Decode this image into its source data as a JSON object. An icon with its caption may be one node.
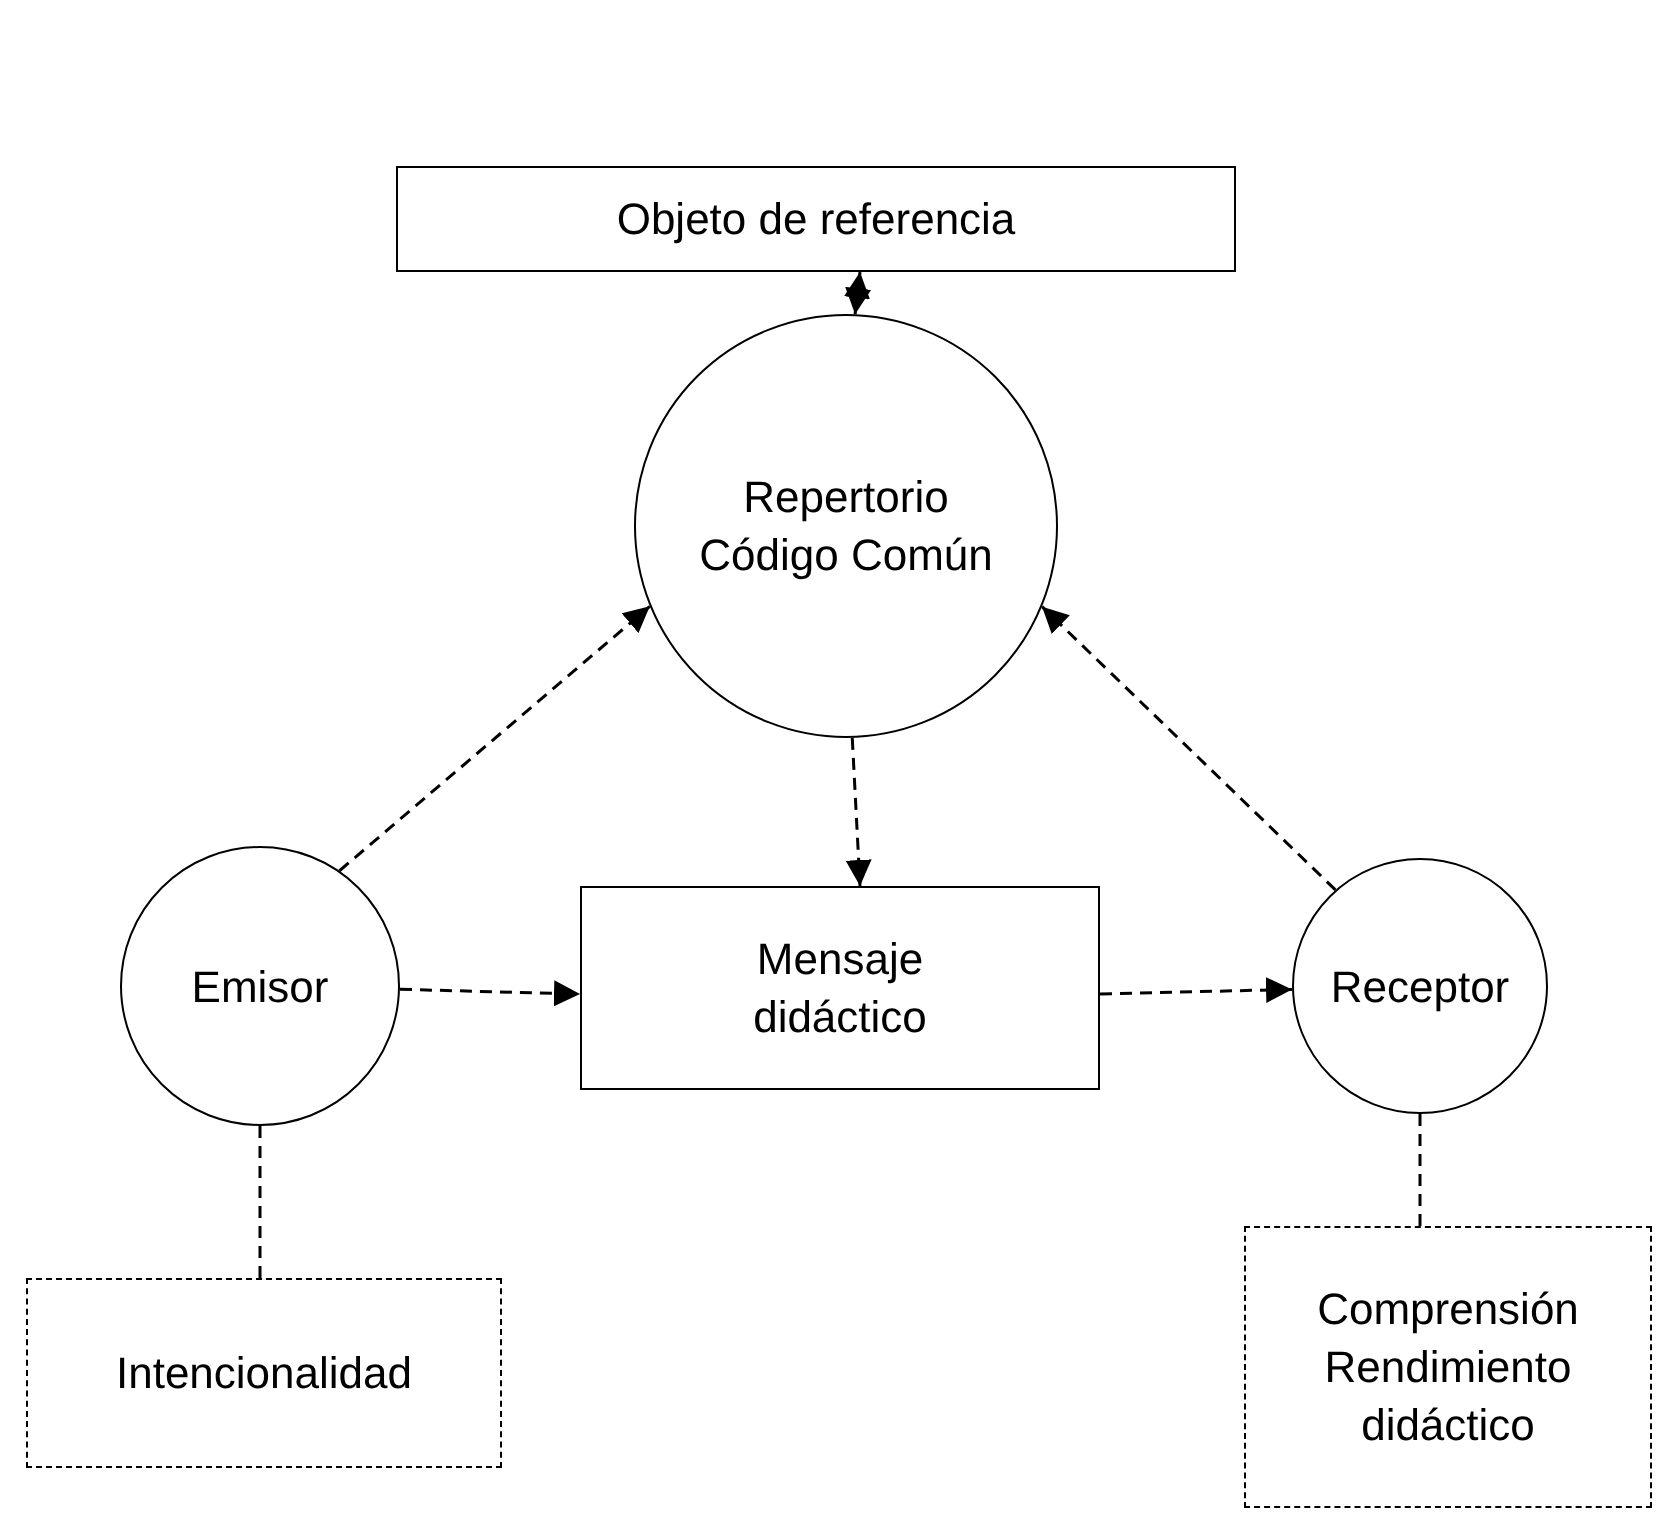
{
  "diagram": {
    "nodes": [
      {
        "text": [
          "Objeto de referencia"
        ]
      },
      {
        "text": [
          "Repertorio Código Común"
        ]
      },
      {
        "text": [
          "Emisor"
        ]
      },
      {
        "text": [
          "Mensaje didáctico"
        ]
      },
      {
        "text": [
          "Receptor"
        ]
      },
      {
        "text": [
          "Intencionalidad"
        ]
      },
      {
        "text": [
          "Comprensión Rendimiento didáctico"
        ]
      }
    ],
    "edges": [
      {
        "from": 0,
        "to": 1,
        "arrow": "both"
      },
      {
        "from": 2,
        "to": 1,
        "arrow": "to",
        "style": "dashed"
      },
      {
        "from": 1,
        "to": 3,
        "arrow": "to",
        "style": "dashed"
      },
      {
        "from": 2,
        "to": 3,
        "arrow": "to",
        "style": "dashed"
      },
      {
        "from": 3,
        "to": 4,
        "arrow": "to",
        "style": "dashed"
      },
      {
        "from": 4,
        "to": 1,
        "arrow": "to",
        "style": "dashed"
      },
      {
        "from": 2,
        "to": 5,
        "arrow": "none",
        "style": "dashed"
      },
      {
        "from": 4,
        "to": 6,
        "arrow": "none",
        "style": "dashed"
      }
    ]
  }
}
